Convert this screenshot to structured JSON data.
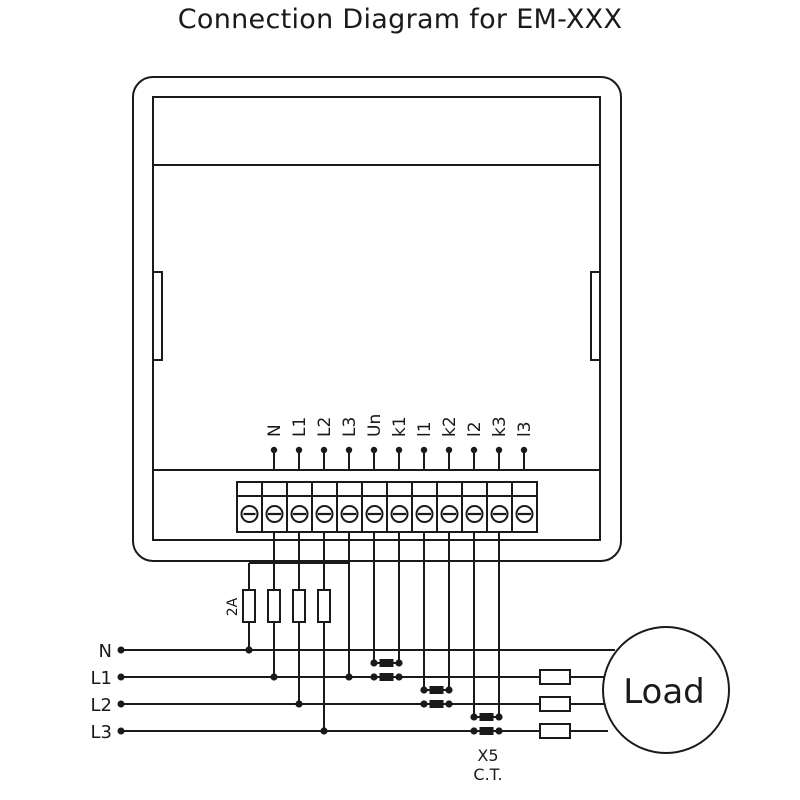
{
  "title": "Connection Diagram for EM-XXX",
  "terminals": [
    "N",
    "L1",
    "L2",
    "L3",
    "Un",
    "k1",
    "l1",
    "k2",
    "l2",
    "k3",
    "l3"
  ],
  "lines": [
    "N",
    "L1",
    "L2",
    "L3"
  ],
  "fuse_label": "2A",
  "load_label": "Load",
  "ct_labels": [
    "X5",
    "C.T."
  ]
}
